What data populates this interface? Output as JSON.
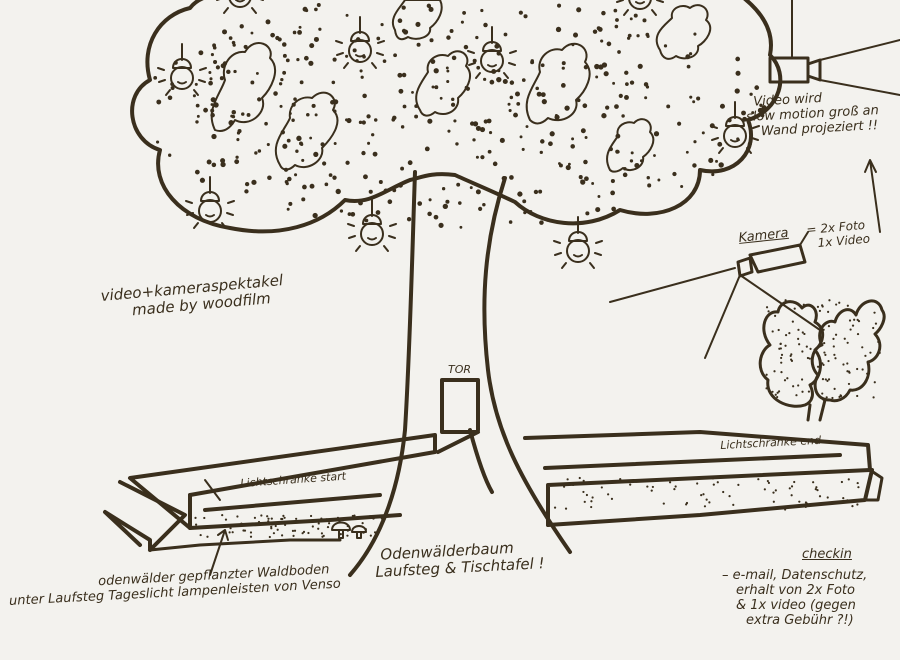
{
  "labels": {
    "title_line1": "video+kameraspektakel",
    "title_line2": "made by woodfilm",
    "tor": "TOR",
    "video_note_line1": "Video wird",
    "video_note_line2": "slow motion groß an",
    "video_note_line3": "Wand projeziert !!",
    "kamera": "Kamera",
    "kamera_spec_line1": "= 2x Foto",
    "kamera_spec_line2": "1x Video",
    "lichtschranke_start": "Lichtschranke start",
    "lichtschranke_end": "Lichtschranke end",
    "baum_line1": "Odenwälderbaum",
    "baum_line2": "Laufsteg & Tischtafel !",
    "waldboden_line1": "odenwälder gepflanzter Waldboden",
    "waldboden_line2": "unter Laufsteg Tageslicht lampenleisten von Venso",
    "checkin_title": "checkin",
    "checkin_line1": "– e-mail, Datenschutz,",
    "checkin_line2": "erhalt von 2x Foto",
    "checkin_line3": "& 1x video (gegen",
    "checkin_line4": "extra Gebühr ?!)"
  },
  "colors": {
    "ink": "#3a2f1d",
    "paper": "#f3f2ee"
  }
}
